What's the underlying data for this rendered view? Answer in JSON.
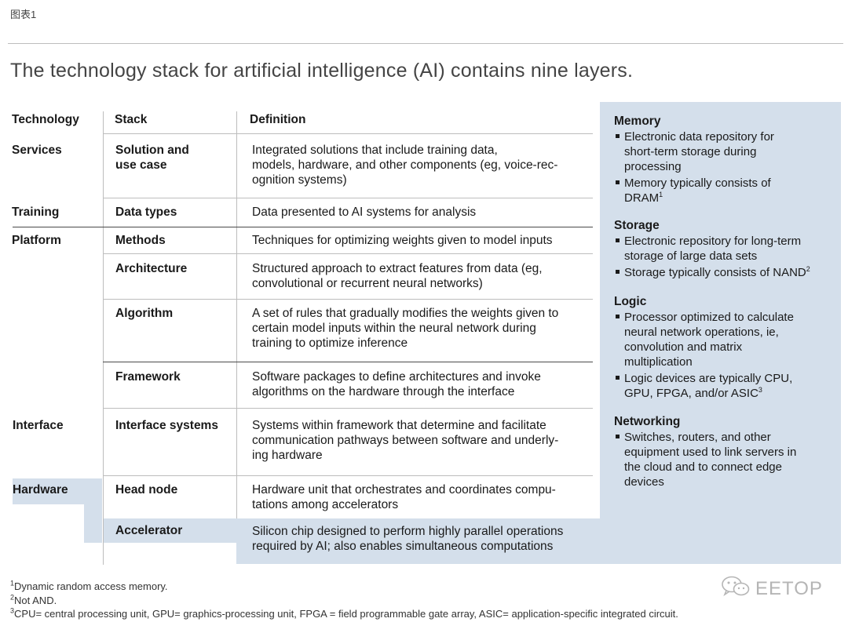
{
  "figure_label": "图表1",
  "headline": "The technology stack for artificial intelligence (AI) contains nine layers.",
  "table": {
    "headers": {
      "technology": "Technology",
      "stack": "Stack",
      "definition": "Definition"
    },
    "rows": [
      {
        "technology": "Services",
        "stack": [
          "Solution and",
          "use case"
        ],
        "definition": [
          "Integrated solutions that include training data,",
          "models, hardware, and other components (eg, voice-rec-",
          "ognition systems)"
        ]
      },
      {
        "technology": "Training",
        "stack": [
          "Data types"
        ],
        "definition": [
          "Data presented to AI systems for analysis"
        ]
      },
      {
        "technology": "Platform",
        "stack": [
          "Methods"
        ],
        "definition": [
          "Techniques for optimizing weights given to model inputs"
        ]
      },
      {
        "technology": "",
        "stack": [
          "Architecture"
        ],
        "definition": [
          "Structured approach to extract features from data (eg,",
          "convolutional or recurrent neural networks)"
        ]
      },
      {
        "technology": "",
        "stack": [
          "Algorithm"
        ],
        "definition": [
          "A set of rules that gradually modifies the weights given to",
          "certain model inputs within the neural network during",
          "training to optimize inference"
        ]
      },
      {
        "technology": "",
        "stack": [
          "Framework"
        ],
        "definition": [
          "Software packages to define architectures and invoke",
          "algorithms on the hardware through the interface"
        ]
      },
      {
        "technology": "Interface",
        "stack": [
          "Interface systems"
        ],
        "definition": [
          "Systems within framework that determine and facilitate",
          "communication pathways between software and underly-",
          "ing hardware"
        ]
      },
      {
        "technology": "Hardware",
        "stack": [
          "Head node"
        ],
        "definition": [
          "Hardware unit that orchestrates and coordinates compu-",
          "tations among accelerators"
        ]
      },
      {
        "technology": "",
        "stack": [
          "Accelerator"
        ],
        "definition": [
          "Silicon chip designed to perform highly parallel operations",
          "required by AI; also enables simultaneous computations"
        ]
      }
    ]
  },
  "side_panel": {
    "memory": {
      "title": "Memory",
      "b1": [
        "Electronic data repository for",
        "short-term storage during",
        "processing"
      ],
      "b2a": "Memory typically consists of",
      "b2b": "DRAM",
      "b2sup": "1"
    },
    "storage": {
      "title": "Storage",
      "b1": [
        "Electronic repository for long-term",
        "storage of large data sets"
      ],
      "b2": "Storage typically consists of NAND",
      "b2sup": "2"
    },
    "logic": {
      "title": "Logic",
      "b1": [
        "Processor optimized to calculate",
        "neural network operations, ie,",
        "convolution and matrix",
        "multiplication"
      ],
      "b2a": "Logic devices are typically CPU,",
      "b2b": "GPU, FPGA, and/or ASIC",
      "b2sup": "3"
    },
    "networking": {
      "title": "Networking",
      "b1": [
        "Switches, routers, and other",
        "equipment used to link servers in",
        "the cloud and to connect edge",
        "devices"
      ]
    }
  },
  "footnotes": [
    {
      "num": "1",
      "text": "Dynamic random access memory."
    },
    {
      "num": "2",
      "text": "Not AND."
    },
    {
      "num": "3",
      "text": "CPU= central processing unit, GPU= graphics-processing unit, FPGA = field programmable gate array, ASIC= application-specific integrated circuit."
    }
  ],
  "watermark": {
    "text": "EETOP",
    "icon": "wechat-icon"
  },
  "colors": {
    "panel": "#d4dfeb",
    "rule": "#bdbdbd",
    "headline": "#444444"
  }
}
